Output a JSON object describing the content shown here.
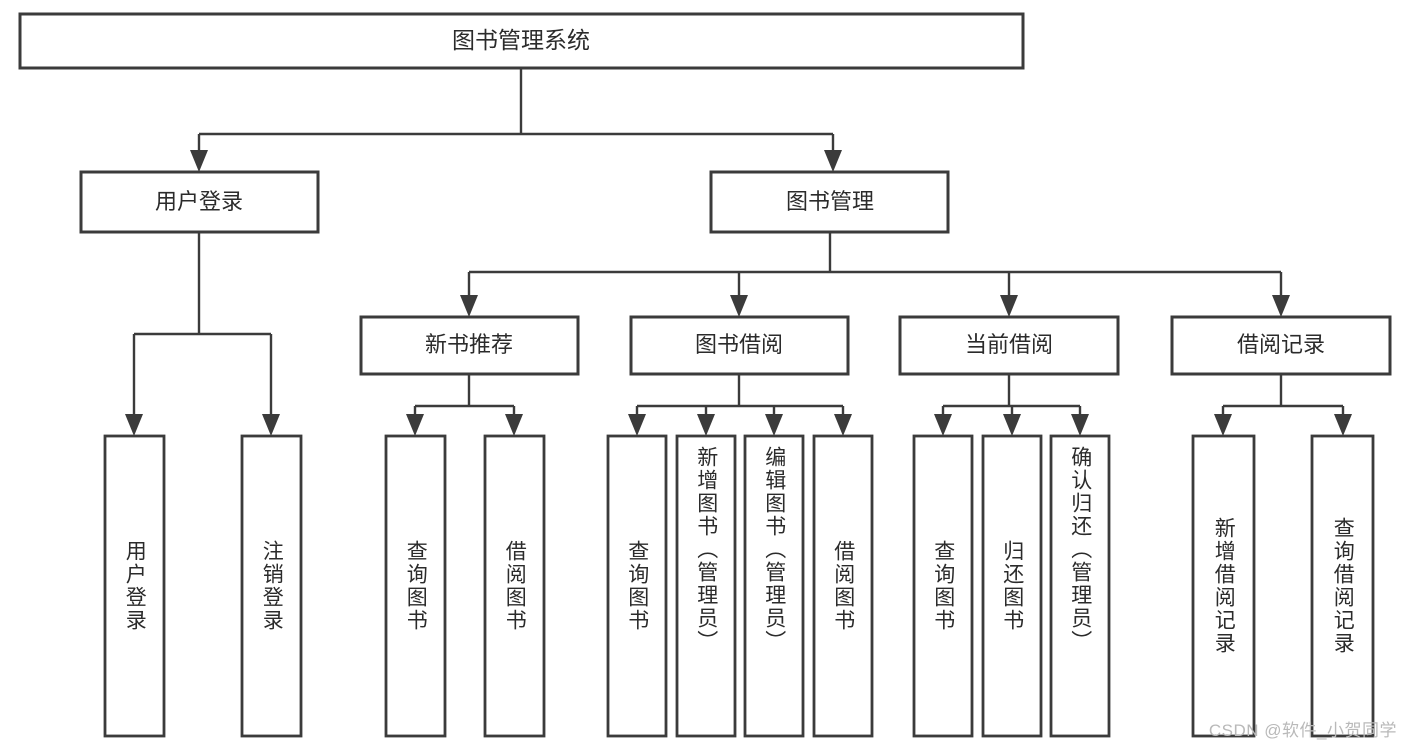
{
  "diagram": {
    "title": "图书管理系统",
    "type": "tree",
    "orientation": "top-down",
    "colors": {
      "box_stroke": "#3b3b3b",
      "box_fill": "#ffffff",
      "connector": "#3b3b3b",
      "text": "#2b2b2b",
      "watermark": "#b9b9b9",
      "background": "#ffffff"
    },
    "root": {
      "id": "root",
      "label": "图书管理系统",
      "level": 1
    },
    "level2": [
      {
        "id": "user-login",
        "label": "用户登录",
        "level": 2
      },
      {
        "id": "book-manage",
        "label": "图书管理",
        "level": 2
      }
    ],
    "level3": [
      {
        "id": "new-book-recommend",
        "label": "新书推荐",
        "level": 3,
        "parent": "book-manage"
      },
      {
        "id": "book-borrow",
        "label": "图书借阅",
        "level": 3,
        "parent": "book-manage"
      },
      {
        "id": "current-borrow",
        "label": "当前借阅",
        "level": 3,
        "parent": "book-manage"
      },
      {
        "id": "borrow-record",
        "label": "借阅记录",
        "level": 3,
        "parent": "book-manage"
      }
    ],
    "leaves": [
      {
        "id": "leaf-user-login",
        "label": "用户登录",
        "parent": "user-login"
      },
      {
        "id": "leaf-logout-login",
        "label": "注销登录",
        "parent": "user-login"
      },
      {
        "id": "leaf-query-book-1",
        "label": "查询图书",
        "parent": "new-book-recommend"
      },
      {
        "id": "leaf-borrow-book-1",
        "label": "借阅图书",
        "parent": "new-book-recommend"
      },
      {
        "id": "leaf-query-book-2",
        "label": "查询图书",
        "parent": "book-borrow"
      },
      {
        "id": "leaf-add-book",
        "label": "新增图书（管理员）",
        "parent": "book-borrow"
      },
      {
        "id": "leaf-edit-book",
        "label": "编辑图书（管理员）",
        "parent": "book-borrow"
      },
      {
        "id": "leaf-borrow-book-2",
        "label": "借阅图书",
        "parent": "book-borrow"
      },
      {
        "id": "leaf-query-book-3",
        "label": "查询图书",
        "parent": "current-borrow"
      },
      {
        "id": "leaf-return-book",
        "label": "归还图书",
        "parent": "current-borrow"
      },
      {
        "id": "leaf-confirm-return",
        "label": "确认归还（管理员）",
        "parent": "current-borrow"
      },
      {
        "id": "leaf-add-record",
        "label": "新增借阅记录",
        "parent": "borrow-record"
      },
      {
        "id": "leaf-query-record",
        "label": "查询借阅记录",
        "parent": "borrow-record"
      }
    ]
  },
  "watermark": {
    "text": "CSDN @软件_小贺同学"
  }
}
